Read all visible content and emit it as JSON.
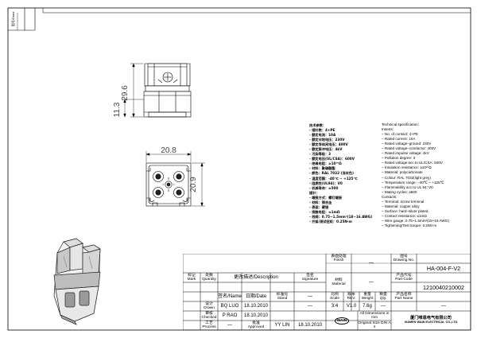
{
  "sidebar": {
    "top_vertical_text": "图号/Draw"
  },
  "dimensions": {
    "height_total": "29.6",
    "height_base": "11.3",
    "width": "20.8",
    "depth": "20.9"
  },
  "spec_cn": [
    "技术参数：",
    "- 插针数：4+PE",
    "- 额定电流：10A",
    "- 额定对地电压：230V",
    "- 额定导体间电压：400V",
    "- 额定脉冲电压：4kV",
    "- 污染等级：3",
    "- 额定电压(UL/CSA)：600V",
    "- 绝缘电阻：≥10¹⁰Ω",
    "- 材料：聚碳酸酯",
    "- 颜色：RAL 7032 (浅灰色)",
    "- 温度范围：-40℃ ~ +125℃",
    "- 阻燃性(UL94)：V0",
    "- 机械寿命：≥500",
    "插针：",
    "- 端接方式：螺钉端接",
    "- 材料：铜合金",
    "- 表面：硬银",
    "- 接触电阻：≤1mΩ",
    "- 线规：0.75~1.5mm²(18~16 AWG)",
    "- 拧紧/测试扭矩：0.25N·m"
  ],
  "spec_en": [
    "Technical specification:",
    "Inserts:",
    "– No. of contact: 4+PE",
    "– Rated current: 10A",
    "– Rated voltage–ground: 230V",
    "– Rated voltage–conductor: 400V",
    "– Rated impulse voltage: 4kV",
    "– Pollution degree: 3",
    "– Rated voltage acc.to UL/CSA: 600V",
    "– Insulation resistance: ≥10¹⁰Ω",
    "– Material: polycarbonate",
    "– Colour: RAL 7032(light grey)",
    "– Temperature range: –40℃ ~ +125℃",
    "– Flammability acc.to UL 94: V0",
    "– Mating cycles: ≥500",
    "Contacts:",
    "– Terminal: screw terminal",
    "– Material: copper alloy",
    "– Surface: hard–silver plated",
    "– Contact resistance: ≤1mΩ",
    "– Wire gauge: 0.75~1.5mm²(18~16 AWG)",
    "– Tightening/Test torque: 0.25N·m"
  ],
  "title_block": {
    "finish_label": "表面处理",
    "finish_label_en": "Finish",
    "finish_value": "—",
    "material_label": "材料",
    "material_label_en": "Material",
    "material_value": "—",
    "drawing_no_label": "图号",
    "drawing_no_label_en": "Drawing No.",
    "drawing_no_value": "HA-004-F-V2",
    "part_code_label": "产品代号",
    "part_code_label_en": "Part Code",
    "part_code_value": "1210040210002",
    "part_name_label": "产品名称",
    "part_name_label_en": "Part Name",
    "part_name_value": "—",
    "mark_label": "标记",
    "mark_label_en": "Mark",
    "qty_label": "处数",
    "qty_label_en": "Quantity",
    "change_label": "更改描述/Description",
    "signature_label": "签名",
    "signature_label_en": "Signature",
    "date_label": "日期/Date",
    "name_label": "签名/Name",
    "stand_label": "标准化",
    "stand_label_en": "Stand",
    "drawn_label": "设计",
    "drawn_label_en": "Drawn",
    "checked_label": "审核",
    "checked_label_en": "Checked",
    "process_label": "工艺",
    "process_label_en": "Process",
    "approved_label": "批准",
    "approved_label_en": "Approved",
    "drawn_name": "BQ LUO",
    "drawn_date": "18.10.2010",
    "checked_name": "P RAO",
    "checked_date": "18.10.2010",
    "approved_name": "YY LIN",
    "approved_date": "18.10.2010",
    "dash": "—",
    "scale_label": "比例",
    "scale_label_en": "Scale",
    "scale_value": "3:4",
    "rev_label": "版本",
    "rev_label_en": "REV.",
    "rev_value": "V1.0",
    "weight_label": "重量",
    "weight_label_en": "Weight",
    "weight_value": "7.6g",
    "qty2_label": "数量",
    "qty2_label_en": "Qty.",
    "qty2_value": "—",
    "note_line1": "All Dimensions in mm",
    "note_line2": "Original Size DIN A 4",
    "logo_text": "WAIN",
    "company_cn": "厦门唯恩电气有限公司",
    "company_en": "XIAMEN WAIN ELECTRICAL CO.,LTD"
  }
}
